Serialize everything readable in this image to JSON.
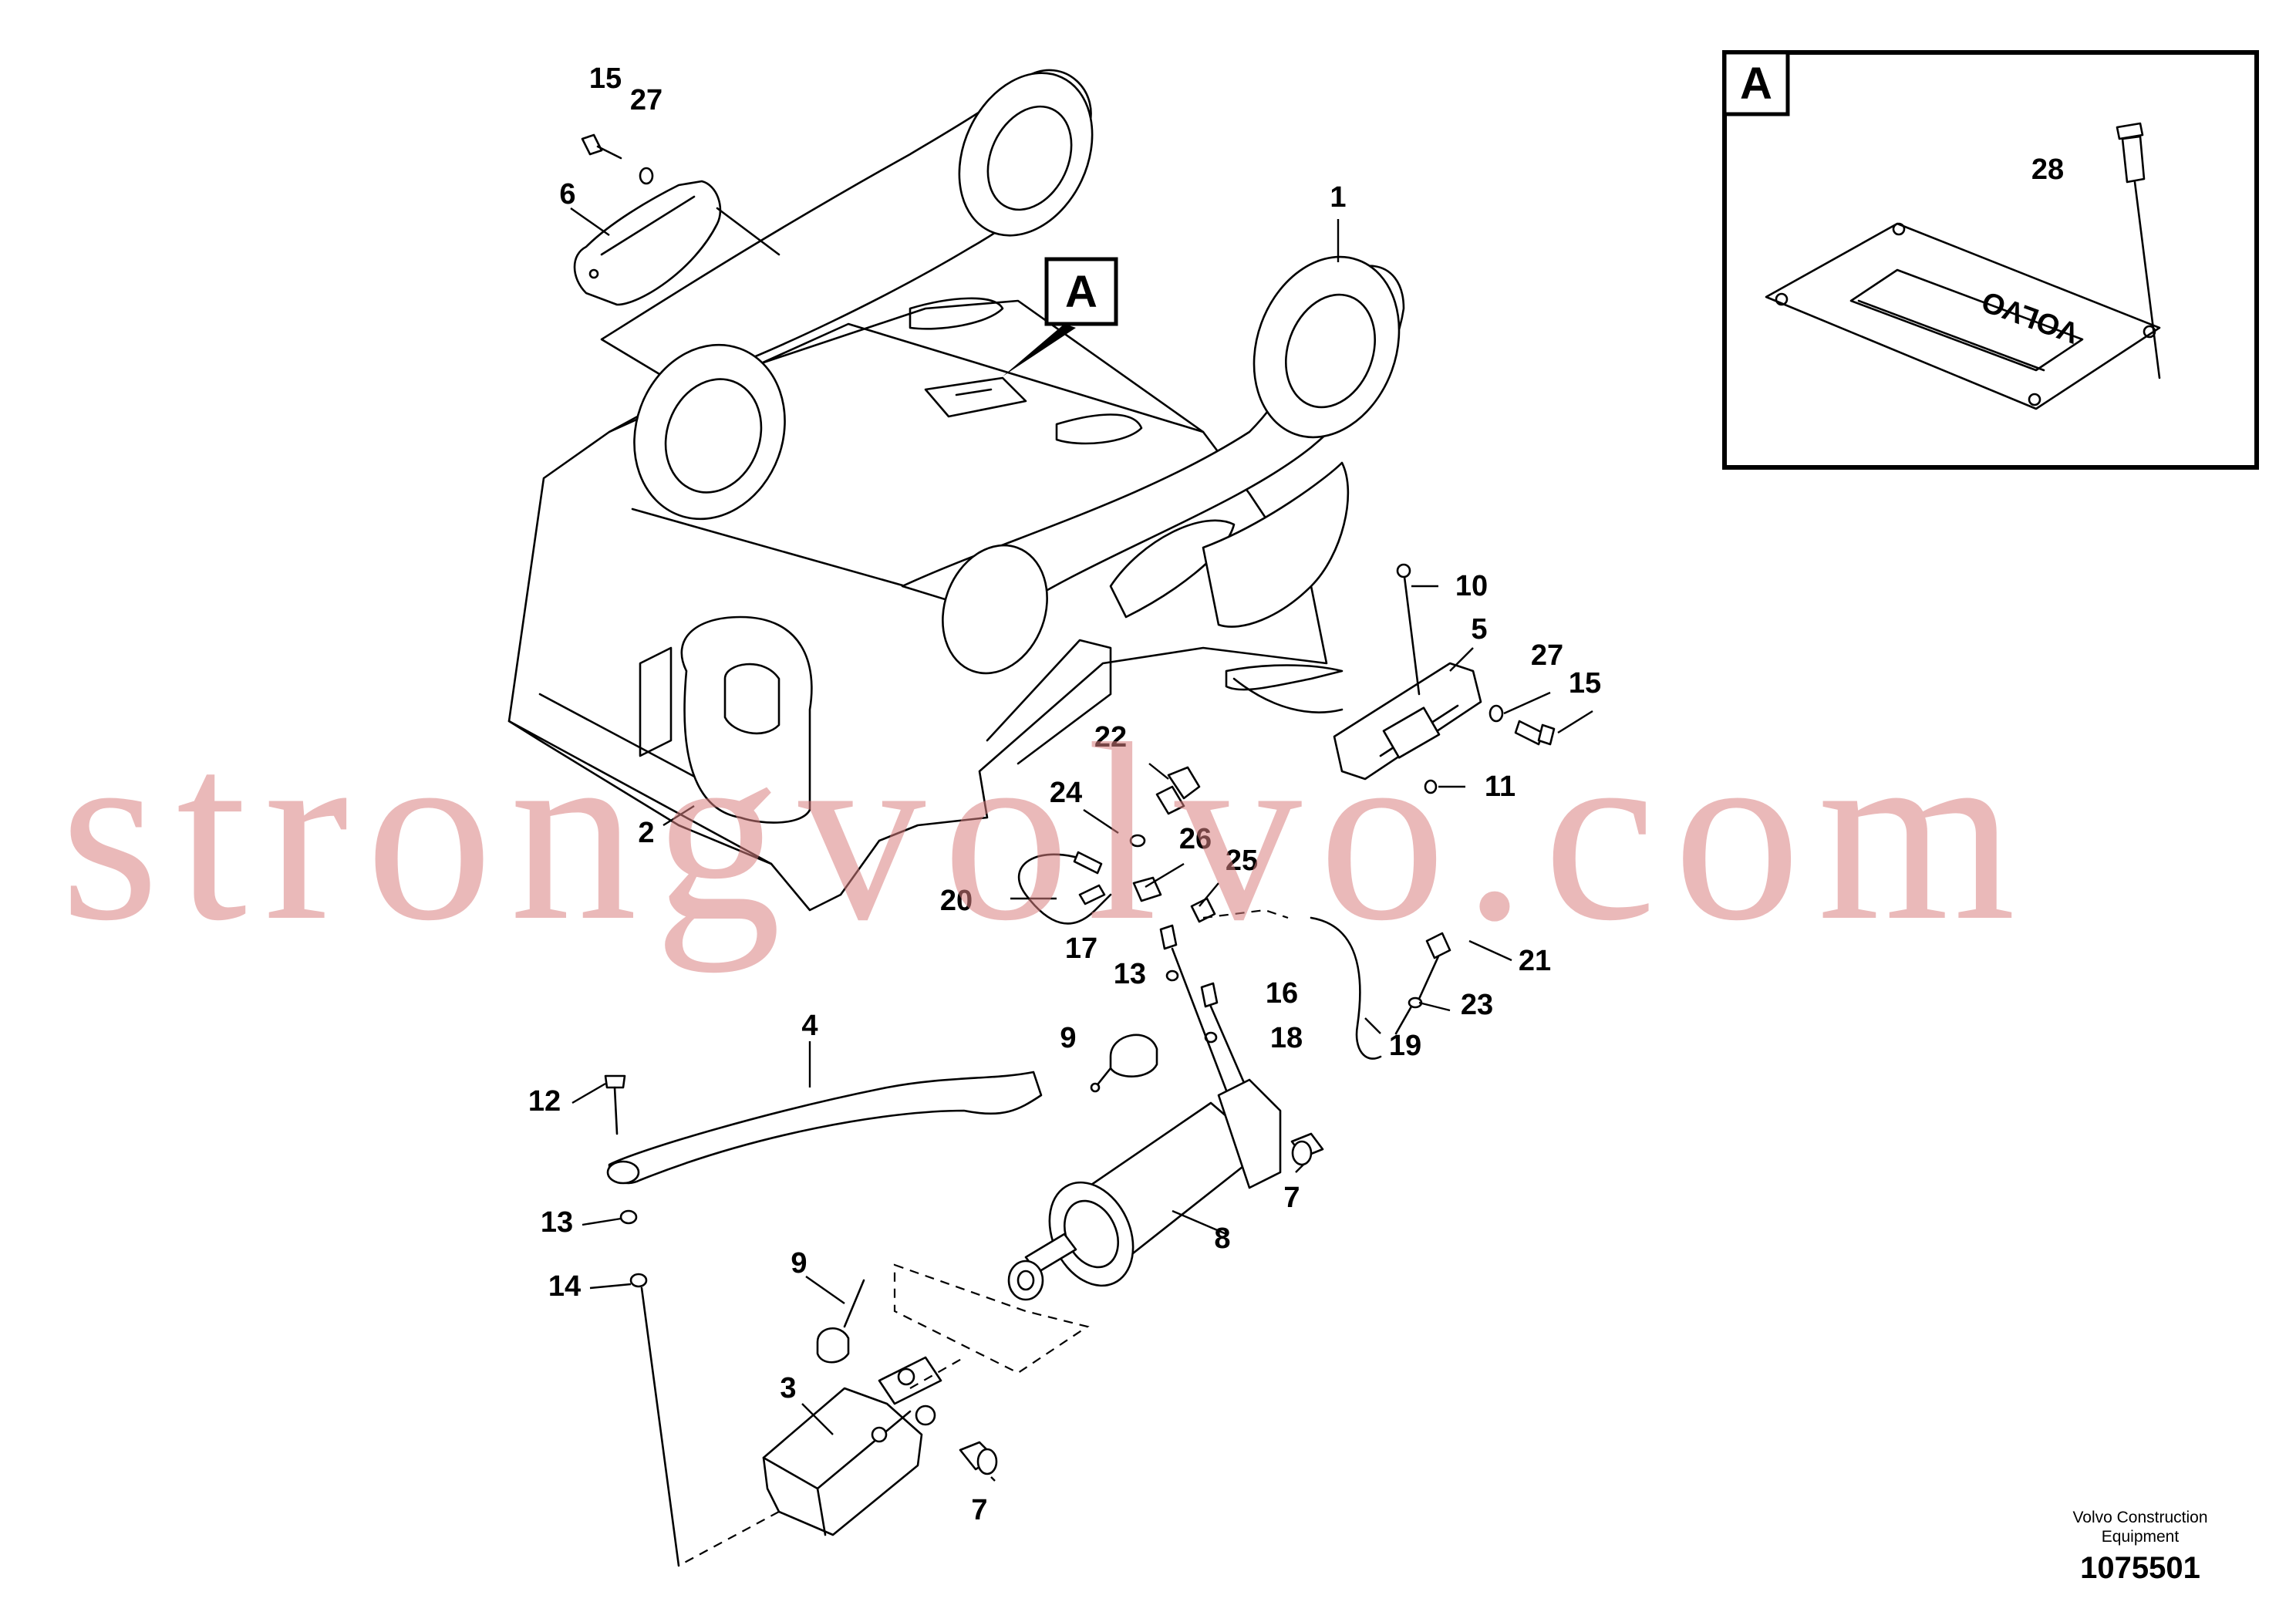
{
  "diagram": {
    "detail_marker": "A",
    "detail_box_label": "A",
    "plate_text": "VOLVO",
    "callouts": {
      "c1": "1",
      "c2": "2",
      "c3": "3",
      "c4": "4",
      "c5": "5",
      "c6": "6",
      "c7a": "7",
      "c7b": "7",
      "c8": "8",
      "c9a": "9",
      "c9b": "9",
      "c10": "10",
      "c11": "11",
      "c12": "12",
      "c13a": "13",
      "c13b": "13",
      "c14": "14",
      "c15a": "15",
      "c15b": "15",
      "c16": "16",
      "c17": "17",
      "c18": "18",
      "c19": "19",
      "c20": "20",
      "c21": "21",
      "c22": "22",
      "c23": "23",
      "c24": "24",
      "c25": "25",
      "c26": "26",
      "c27a": "27",
      "c27b": "27",
      "c28": "28"
    }
  },
  "watermark": "strongvolvo.com",
  "credit": {
    "line1": "Volvo Construction",
    "line2": "Equipment",
    "doc_number": "1075501"
  }
}
